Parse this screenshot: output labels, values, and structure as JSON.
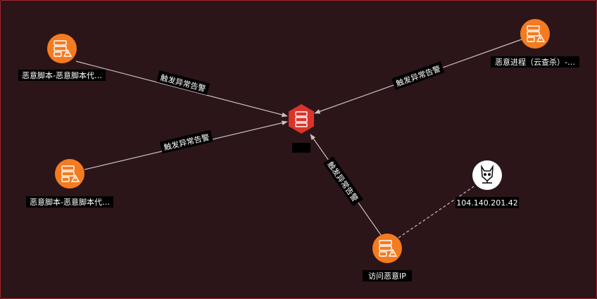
{
  "graph": {
    "edge_label": "触发异常告警",
    "nodes": [
      {
        "id": "n1",
        "type": "alert-host",
        "label": "恶意脚本-恶意脚本代…"
      },
      {
        "id": "n2",
        "type": "alert-host",
        "label": "恶意脚本-恶意脚本代…"
      },
      {
        "id": "n3",
        "type": "alert-host",
        "label": "恶意进程（云查杀）-…"
      },
      {
        "id": "center",
        "type": "server",
        "label": "[redacted]"
      },
      {
        "id": "n4",
        "type": "alert-host",
        "label": "访问恶意IP"
      },
      {
        "id": "ip",
        "type": "ip-attacker",
        "label": "104.140.201.42"
      }
    ],
    "edges": [
      {
        "from": "n1",
        "to": "center",
        "label": "触发异常告警",
        "style": "solid"
      },
      {
        "from": "n2",
        "to": "center",
        "label": "触发异常告警",
        "style": "solid"
      },
      {
        "from": "n3",
        "to": "center",
        "label": "触发异常告警",
        "style": "solid"
      },
      {
        "from": "n4",
        "to": "center",
        "label": "触发异常告警",
        "style": "solid"
      },
      {
        "from": "n4",
        "to": "ip",
        "label": "",
        "style": "dashed"
      }
    ]
  },
  "colors": {
    "background": "#2b1519",
    "frame_border": "#a3262c",
    "alert_node": "#f47b20",
    "center_node": "#d9342b",
    "ip_node": "#ffffff",
    "edge": "#c9c0c0"
  }
}
